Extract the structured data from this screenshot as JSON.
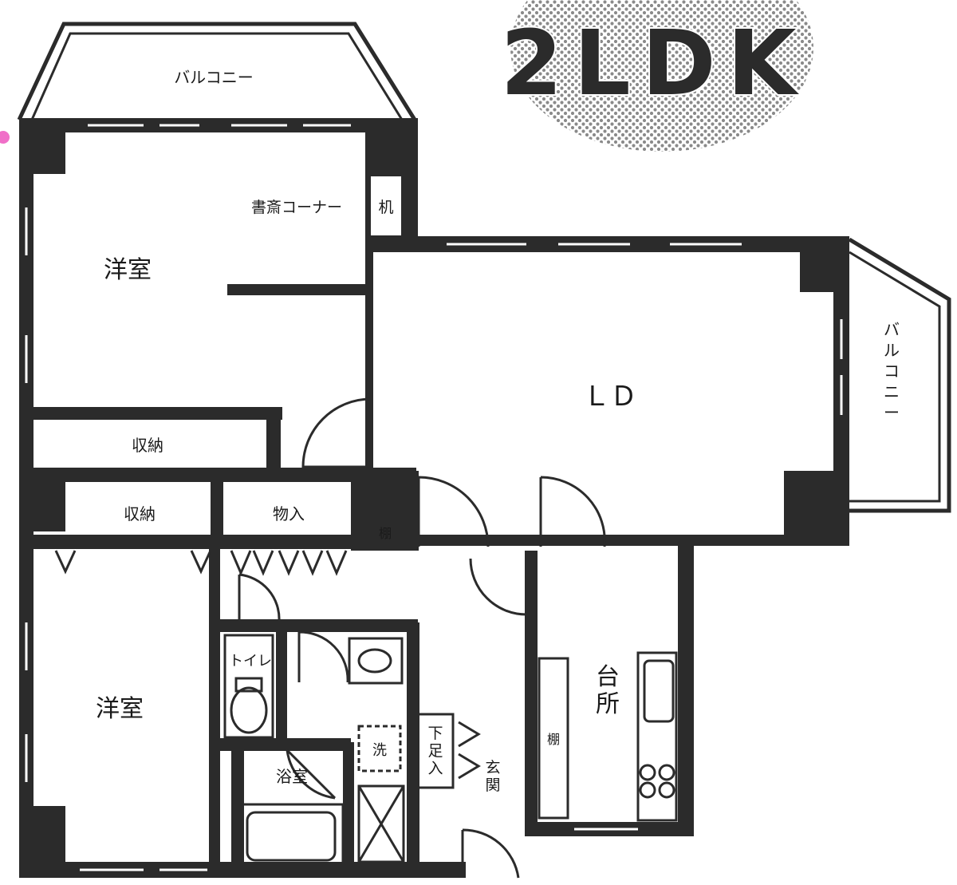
{
  "plan_type": "2LDK",
  "labels": {
    "balcony_top": "バルコニー",
    "balcony_right": "バルコニー",
    "western_room_1": "洋室",
    "study_corner": "書斎コーナー",
    "desk": "机",
    "ld": "ＬＤ",
    "storage_1": "収納",
    "storage_2": "収納",
    "closet": "物入",
    "shelf_1": "棚",
    "western_room_2": "洋室",
    "toilet": "トイレ",
    "washer": "洗",
    "bathroom": "浴室",
    "shoe_box": "下足入",
    "entrance": "玄関",
    "kitchen": "台所",
    "shelf_2": "棚"
  },
  "colors": {
    "wall": "#2b2b2b",
    "dot_badge": "#c9c9c9",
    "marker": "#f06fc8"
  },
  "icons": [
    "toilet-icon",
    "sink-icon",
    "bathtub-icon",
    "stove-icon",
    "door-swing-icon",
    "dot-pattern-badge"
  ]
}
